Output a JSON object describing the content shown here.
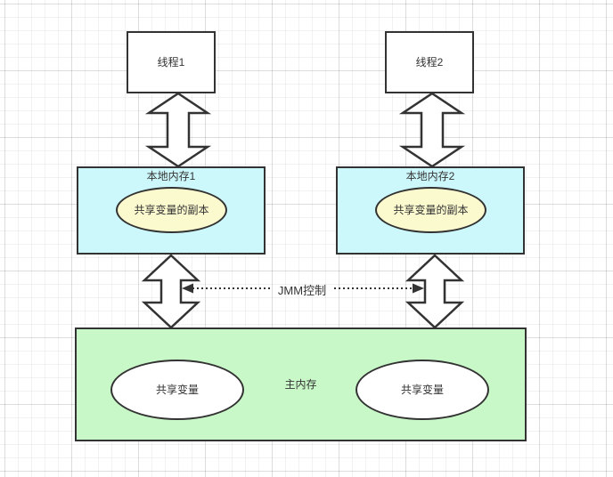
{
  "diagram": {
    "nodes": {
      "thread1": "线程1",
      "thread2": "线程2",
      "local_memory1_title": "本地内存1",
      "local_memory2_title": "本地内存2",
      "replica1": "共享变量的副本",
      "replica2": "共享变量的副本",
      "main_memory_title": "主内存",
      "shared_var1": "共享变量",
      "shared_var2": "共享变量",
      "jmm_control": "JMM控制"
    },
    "colors": {
      "local_memory_fill": "#cdf8fb",
      "main_memory_fill": "#c9f8c8",
      "replica_fill": "#fbf9ce",
      "shared_var_fill": "#ffffff",
      "shape_fill": "#ffffff",
      "border": "#333333"
    }
  }
}
